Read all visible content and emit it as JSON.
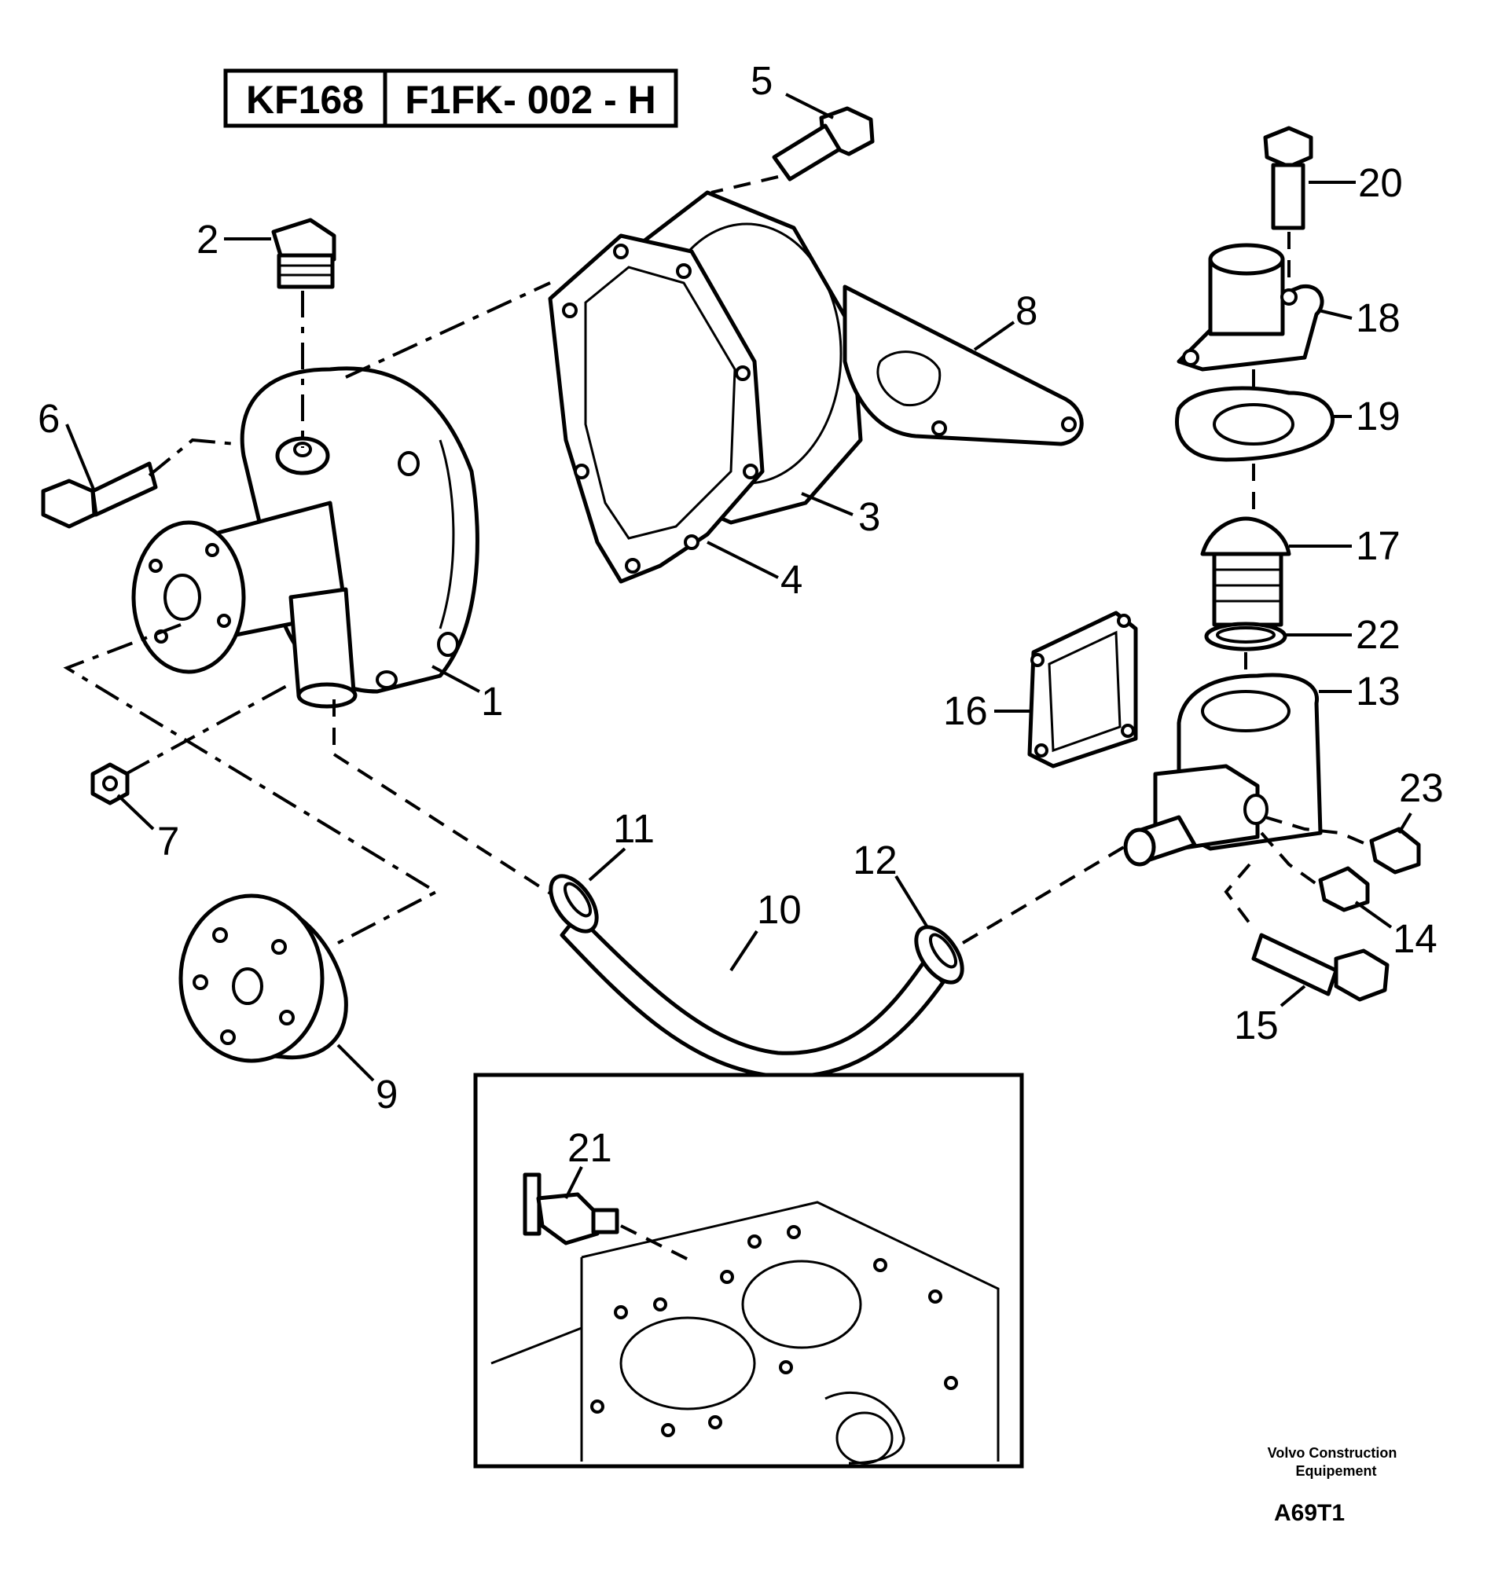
{
  "reference": {
    "code": "KF168",
    "figure": "F1FK- 002 - H"
  },
  "callouts": {
    "c1": "1",
    "c2": "2",
    "c3": "3",
    "c4": "4",
    "c5": "5",
    "c6": "6",
    "c7": "7",
    "c8": "8",
    "c9": "9",
    "c10": "10",
    "c11": "11",
    "c12": "12",
    "c13": "13",
    "c14": "14",
    "c15": "15",
    "c16": "16",
    "c17": "17",
    "c18": "18",
    "c19": "19",
    "c20": "20",
    "c21": "21",
    "c22": "22",
    "c23": "23"
  },
  "footer": {
    "brand_line1": "Volvo Construction",
    "brand_line2": "Equipement",
    "figure_code": "A69T1"
  }
}
